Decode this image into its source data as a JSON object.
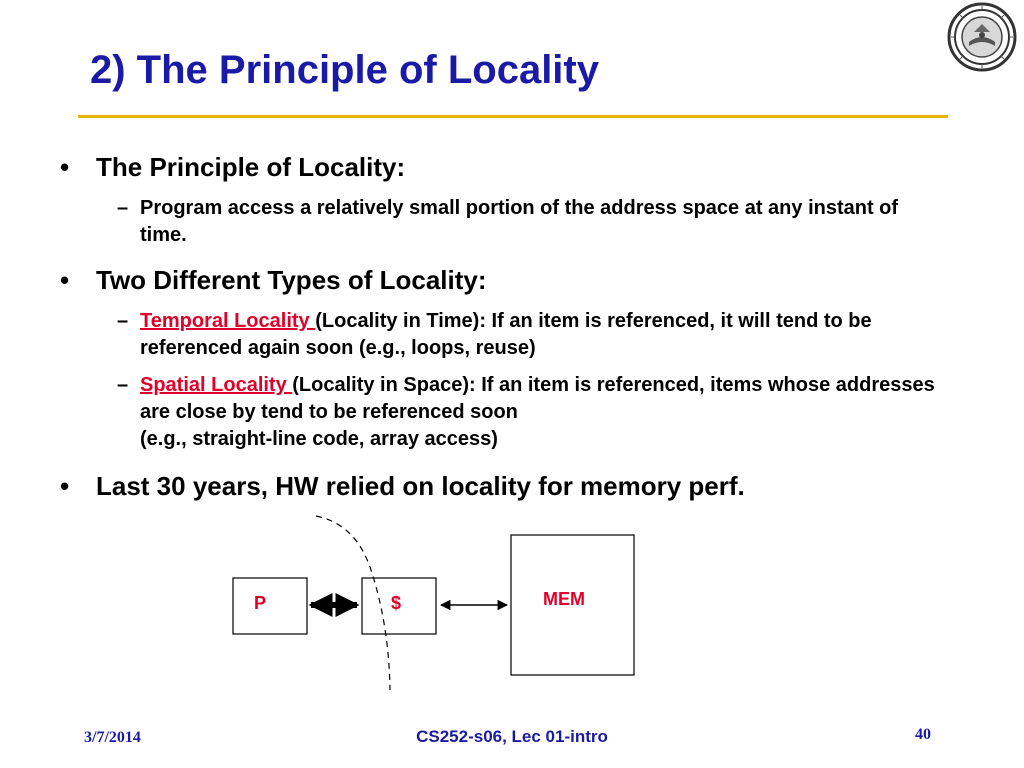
{
  "slide": {
    "title": "2) The Principle of Locality"
  },
  "icons": {
    "seal": "university-seal-icon"
  },
  "colors": {
    "title": "#1a1aa6",
    "rule": "#e8b400",
    "term": "#e0002a"
  },
  "content": {
    "b1": "The Principle of Locality:",
    "b1_sub1": "Program access a relatively small portion of the address space at any instant of time.",
    "b2": "Two Different Types of Locality:",
    "b2_sub1_term": "Temporal Locality ",
    "b2_sub1_rest": "(Locality in Time): If an item is referenced, it will tend to be referenced again soon (e.g., loops, reuse)",
    "b2_sub2_term": "Spatial Locality ",
    "b2_sub2_rest_line1": "(Locality in Space): If an item is referenced, items whose addresses are close by tend to be referenced soon",
    "b2_sub2_rest_line2": "(e.g., straight-line code, array access)",
    "b3": "Last 30 years, HW  relied on locality for memory perf."
  },
  "diagram": {
    "p_label": "P",
    "cache_label": "$",
    "mem_label": "MEM"
  },
  "footer": {
    "date": "3/7/2014",
    "course": "CS252-s06, Lec 01-intro",
    "page": "40"
  }
}
